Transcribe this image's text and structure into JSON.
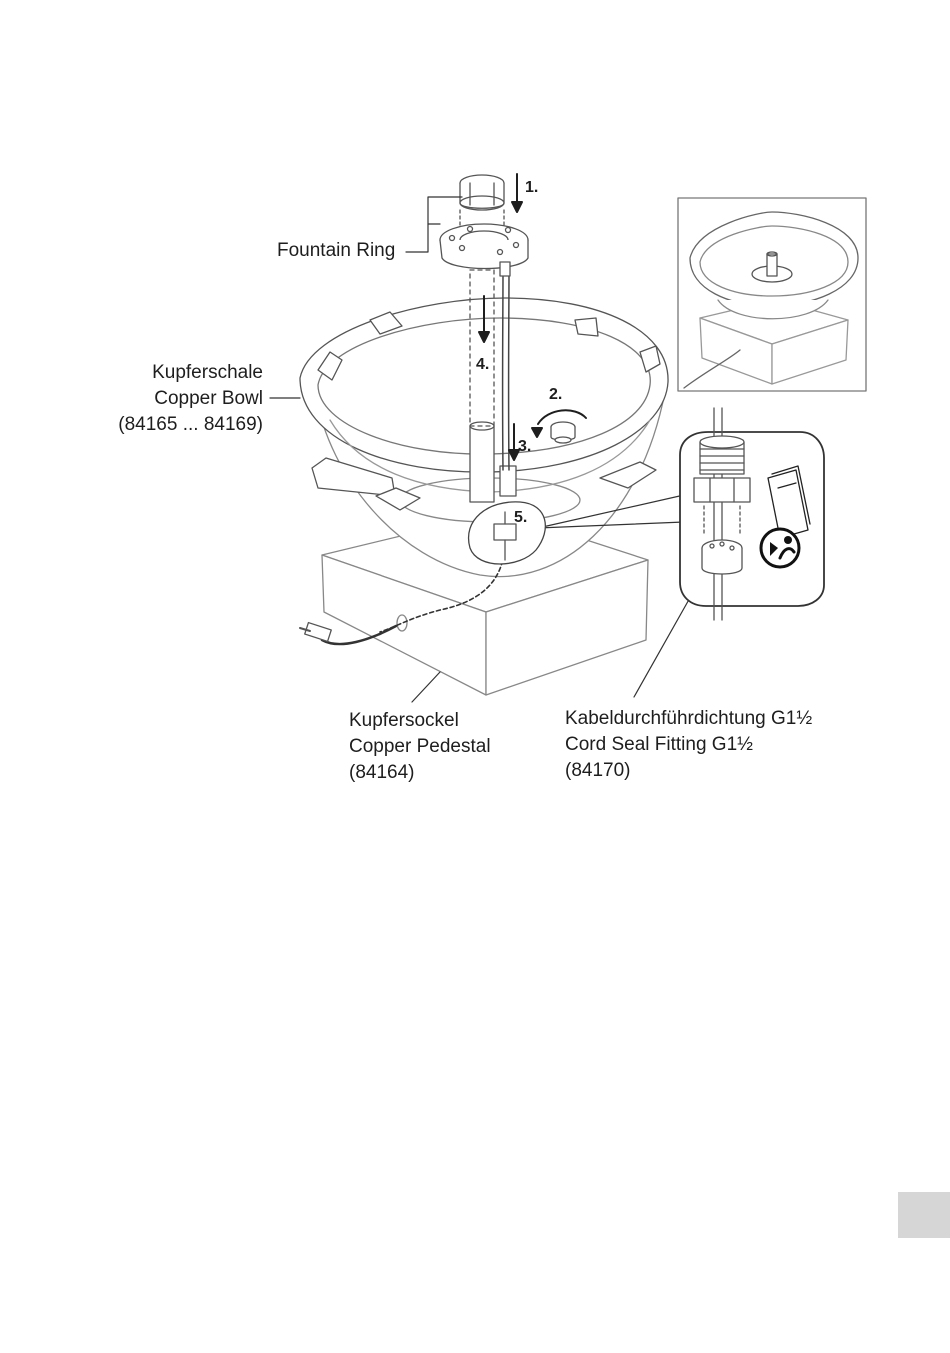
{
  "labels": {
    "fountain_ring": "Fountain Ring",
    "bowl_de": "Kupferschale",
    "bowl_en": "Copper Bowl",
    "bowl_ref": "(84165 ... 84169)",
    "pedestal_de": "Kupfersockel",
    "pedestal_en": "Copper Pedestal",
    "pedestal_ref": "(84164)",
    "seal_de": "Kabeldurchführdichtung G1½",
    "seal_en": "Cord Seal Fitting G1½",
    "seal_ref": "(84170)"
  },
  "steps": [
    "1.",
    "2.",
    "3.",
    "4.",
    "5."
  ],
  "icons": [
    "manual-booklet-icon",
    "read-instructions-icon"
  ],
  "colors": {
    "line": "#2b2b2b",
    "light_line": "#7a7a7a",
    "tab": "#d6d6d6"
  }
}
